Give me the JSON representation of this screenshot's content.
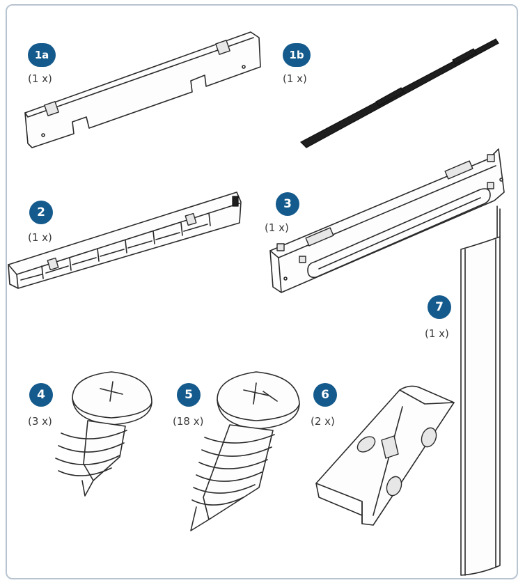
{
  "colors": {
    "badge": "#145a8c",
    "frame": "#b8c4cf",
    "line": "#2a2a2a"
  },
  "parts": [
    {
      "id": "1a",
      "qty": "(1 x)",
      "name": "mounting-bracket-1a"
    },
    {
      "id": "1b",
      "qty": "(1 x)",
      "name": "rail-1b"
    },
    {
      "id": "2",
      "qty": "(1 x)",
      "name": "channel-2"
    },
    {
      "id": "3",
      "qty": "(1 x)",
      "name": "slotted-bracket-3"
    },
    {
      "id": "4",
      "qty": "(3 x)",
      "name": "screw-4"
    },
    {
      "id": "5",
      "qty": "(18 x)",
      "name": "screw-5"
    },
    {
      "id": "6",
      "qty": "(2 x)",
      "name": "clip-6"
    },
    {
      "id": "7",
      "qty": "(1 x)",
      "name": "strip-7"
    }
  ]
}
